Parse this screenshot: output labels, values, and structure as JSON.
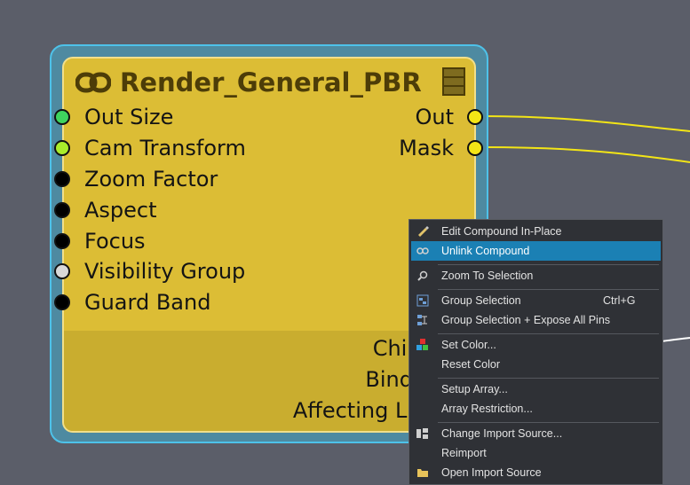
{
  "node": {
    "title": "Render_General_PBR",
    "inputs": [
      {
        "label": "Out Size",
        "color": "#3fd45e"
      },
      {
        "label": "Cam Transform",
        "color": "#a9ec2b"
      },
      {
        "label": "Zoom Factor",
        "color": "#000000"
      },
      {
        "label": "Aspect",
        "color": "#000000"
      },
      {
        "label": "Focus",
        "color": "#000000"
      },
      {
        "label": "Visibility Group",
        "color": "#d8d8d8"
      },
      {
        "label": "Guard Band",
        "color": "#000000"
      }
    ],
    "outputs": [
      {
        "label": "Out",
        "color": "#f3e516"
      },
      {
        "label": "Mask",
        "color": "#f3e516"
      }
    ],
    "lower_fields": [
      "Chil",
      "Bind",
      "Affecting Li"
    ]
  },
  "context_menu": {
    "items": [
      {
        "label": "Edit Compound In-Place",
        "icon": "pencil-icon"
      },
      {
        "label": "Unlink Compound",
        "icon": "unlink-icon",
        "highlighted": true
      },
      {
        "label": "Zoom To Selection",
        "icon": "magnifier-icon"
      },
      {
        "label": "Group Selection",
        "shortcut": "Ctrl+G",
        "icon": "group-icon"
      },
      {
        "label": "Group Selection + Expose All Pins",
        "icon": "group-expose-icon"
      },
      {
        "label": "Set Color...",
        "icon": "color-icon"
      },
      {
        "label": "Reset Color"
      },
      {
        "label": "Setup Array..."
      },
      {
        "label": "Array Restriction..."
      },
      {
        "label": "Change Import Source...",
        "icon": "import-icon"
      },
      {
        "label": "Reimport"
      },
      {
        "label": "Open Import Source",
        "icon": "folder-icon"
      }
    ]
  },
  "colors": {
    "accent_highlight": "#1b80b4",
    "node_body": "#dcbd35",
    "node_border": "#4ec2e9",
    "wire": "#f3e516"
  }
}
